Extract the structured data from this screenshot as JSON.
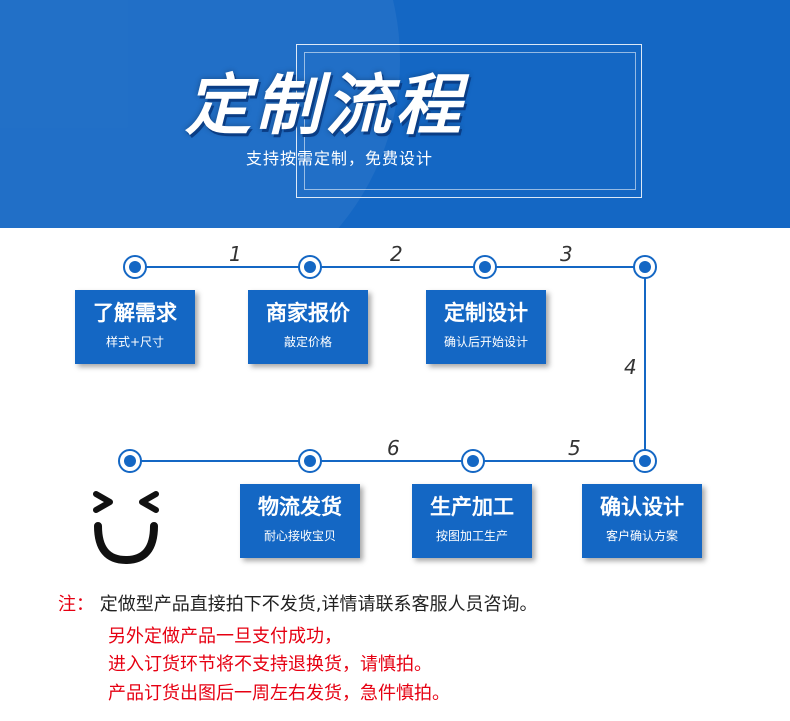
{
  "banner": {
    "title": "定制流程",
    "subtitle": "支持按需定制，免费设计",
    "background_color": "#1467c4"
  },
  "steps": [
    {
      "title": "了解需求",
      "subtitle": "样式+尺寸"
    },
    {
      "title": "商家报价",
      "subtitle": "敲定价格"
    },
    {
      "title": "定制设计",
      "subtitle": "确认后开始设计"
    },
    {
      "title": "确认设计",
      "subtitle": "客户确认方案"
    },
    {
      "title": "生产加工",
      "subtitle": "按图加工生产"
    },
    {
      "title": "物流发货",
      "subtitle": "耐心接收宝贝"
    }
  ],
  "step_numbers": [
    "1",
    "2",
    "3",
    "4",
    "5",
    "6"
  ],
  "smiley_icon": "smiley-face-icon",
  "notes": {
    "label": "注：",
    "main": "定做型产品直接拍下不发货,详情请联系客服人员咨询。",
    "lines": [
      "另外定做产品一旦支付成功，",
      "进入订货环节将不支持退换货，请慎拍。",
      "产品订货出图后一周左右发货，急件慎拍。"
    ],
    "colors": {
      "label": "#e60012",
      "main": "#222222",
      "lines": "#e60012"
    }
  }
}
